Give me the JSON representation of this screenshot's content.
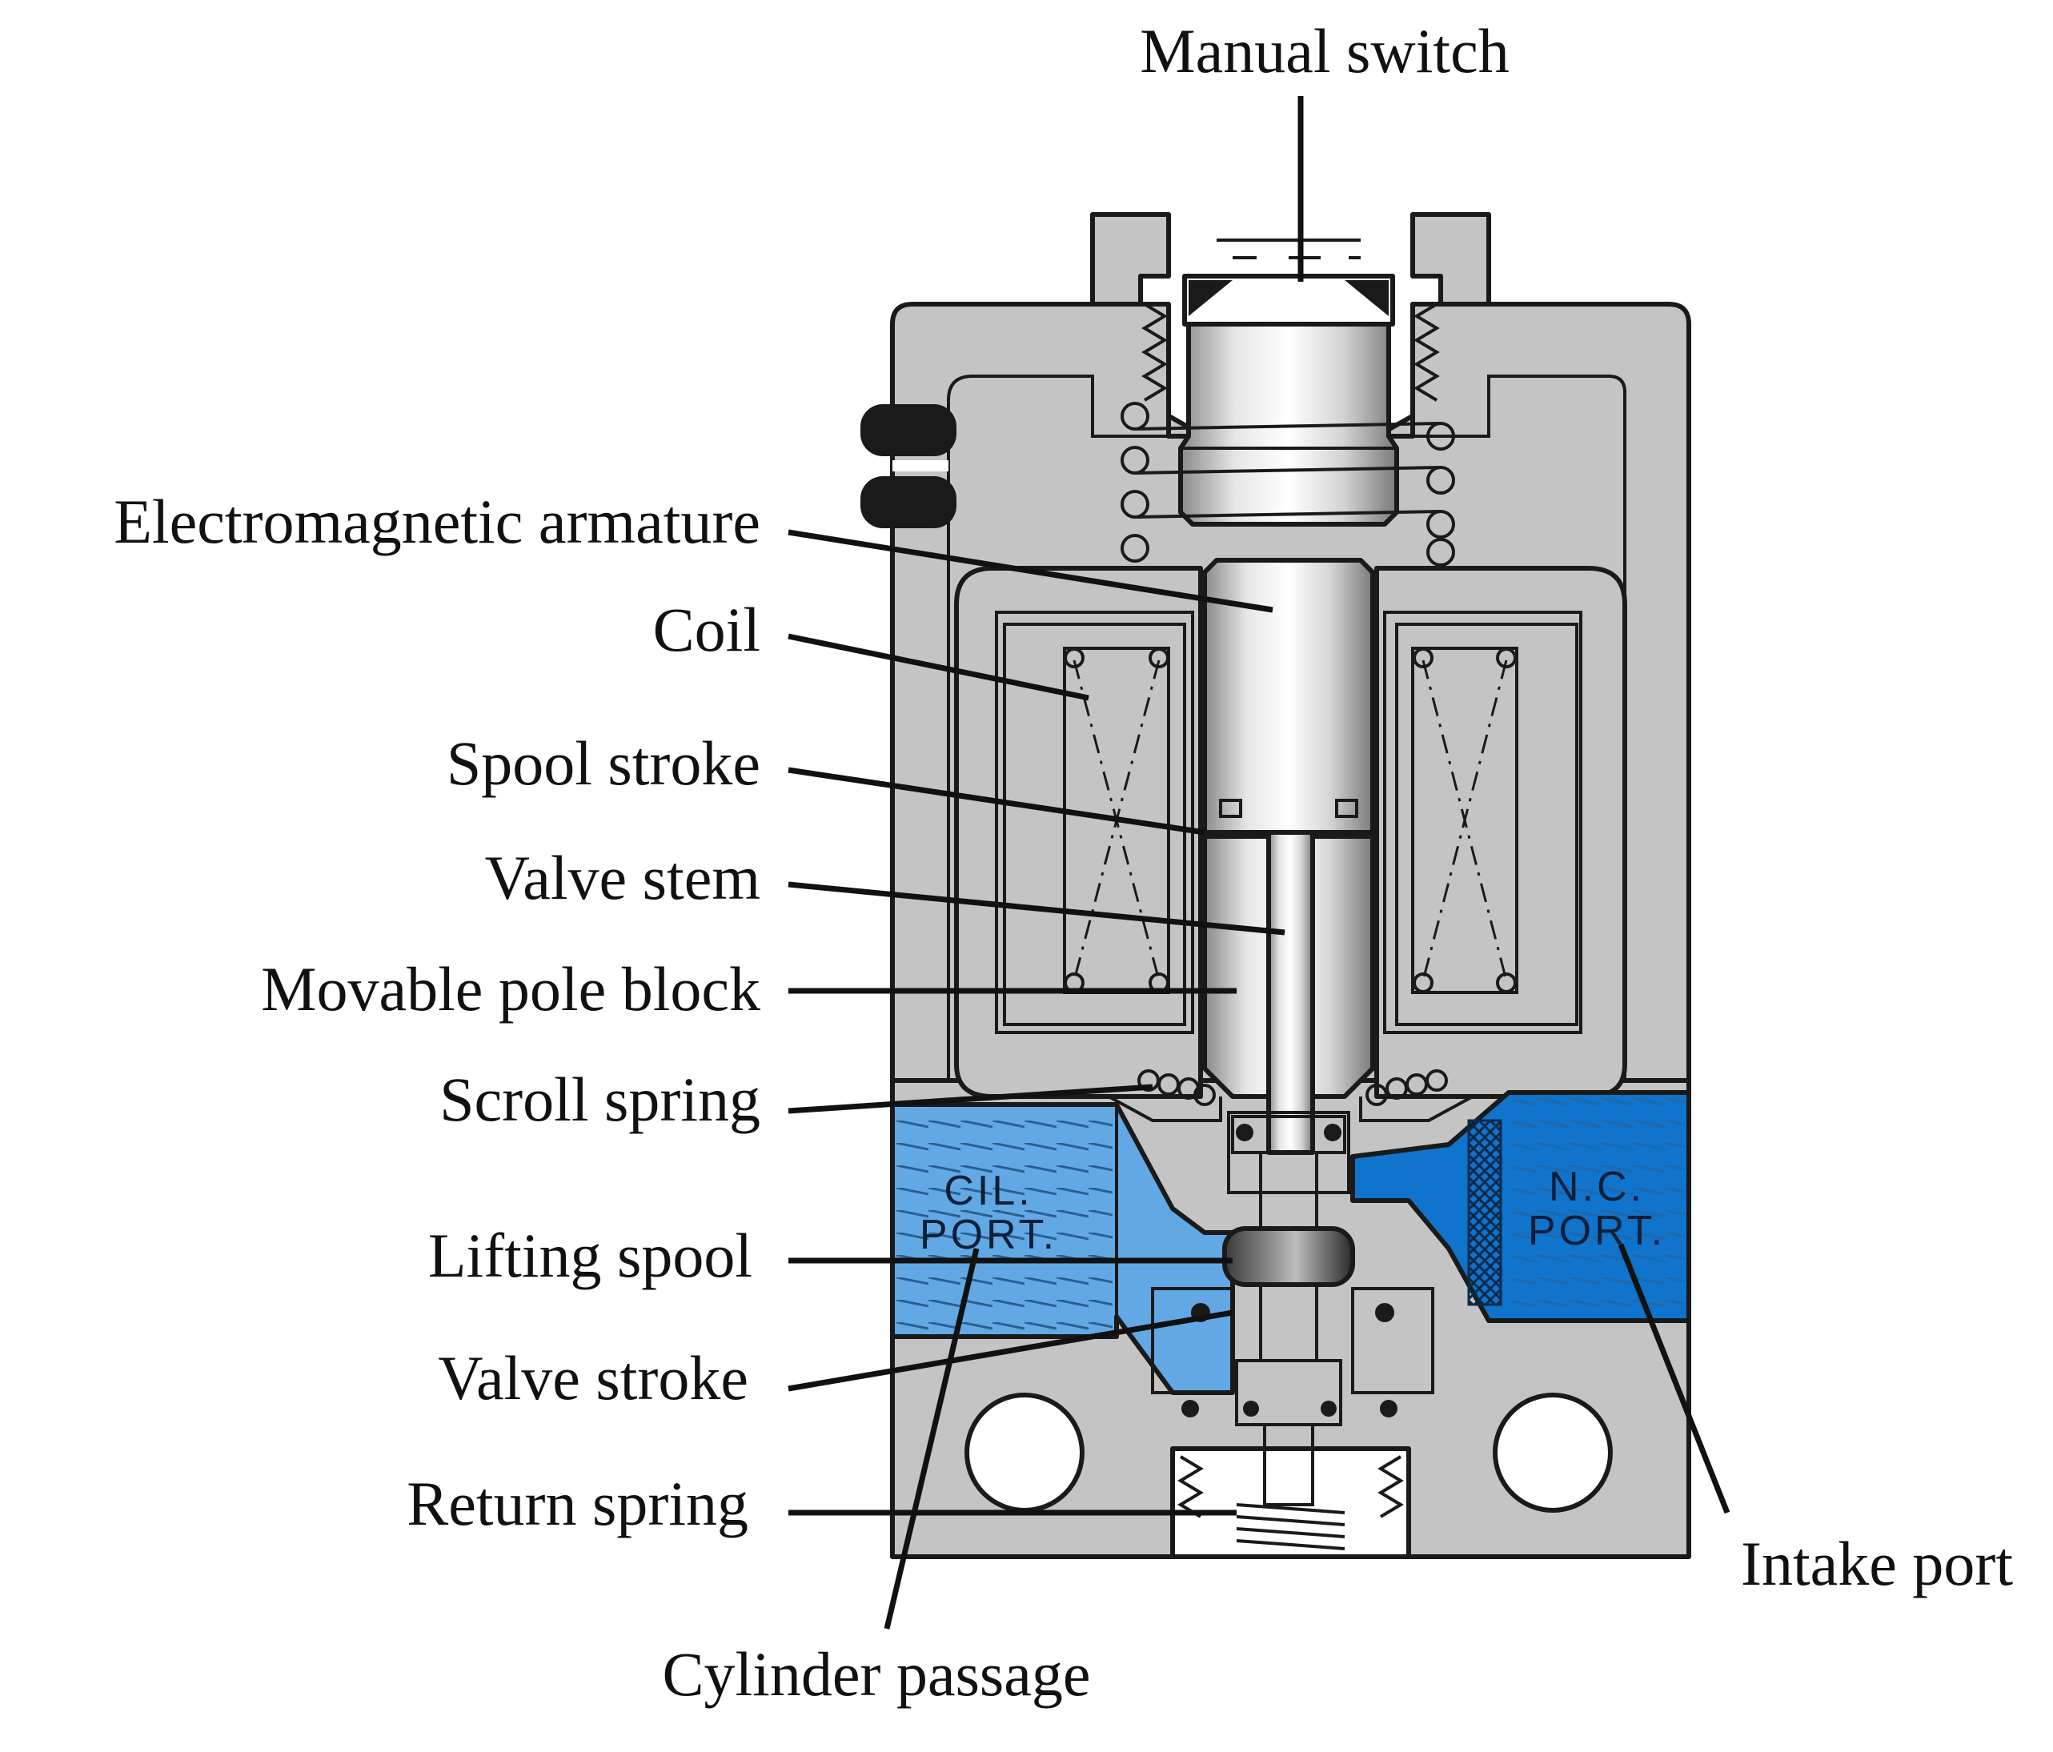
{
  "labels": {
    "manual_switch": "Manual switch",
    "electromagnetic_armature": "Electromagnetic armature",
    "coil": "Coil",
    "spool_stroke": "Spool stroke",
    "valve_stem": "Valve stem",
    "movable_pole_block": "Movable pole block",
    "scroll_spring": "Scroll spring",
    "lifting_spool": "Lifting spool",
    "valve_stroke": "Valve stroke",
    "return_spring": "Return spring",
    "cylinder_passage": "Cylinder passage",
    "intake_port": "Intake port"
  },
  "ports": {
    "cylinder_line1": "CIL.",
    "cylinder_line2": "PORT.",
    "intake_line1": "N.C.",
    "intake_line2": "PORT."
  },
  "colors": {
    "body": "#c4c4c4",
    "cylinder_port": "#62a8e4",
    "intake_port": "#1073cc",
    "outline": "#1a1a1a"
  }
}
